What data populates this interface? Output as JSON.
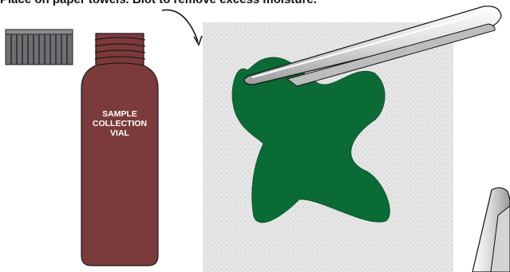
{
  "instruction": {
    "text": "Place on paper towels. Blot to remove excess moisture."
  },
  "vial": {
    "label_lines": [
      "SAMPLE",
      "COLLECTION",
      "VIAL"
    ],
    "body_color": "#7a3b3a",
    "cap_color": "#6d6f72"
  },
  "sample": {
    "color": "#0b6b35"
  },
  "paper_towel": {
    "color": "#e6e6e6"
  },
  "icons": [
    "vial-cap-icon",
    "vial-icon",
    "arrow-icon",
    "paper-towel-icon",
    "leaf-sample-icon",
    "forceps-icon"
  ]
}
